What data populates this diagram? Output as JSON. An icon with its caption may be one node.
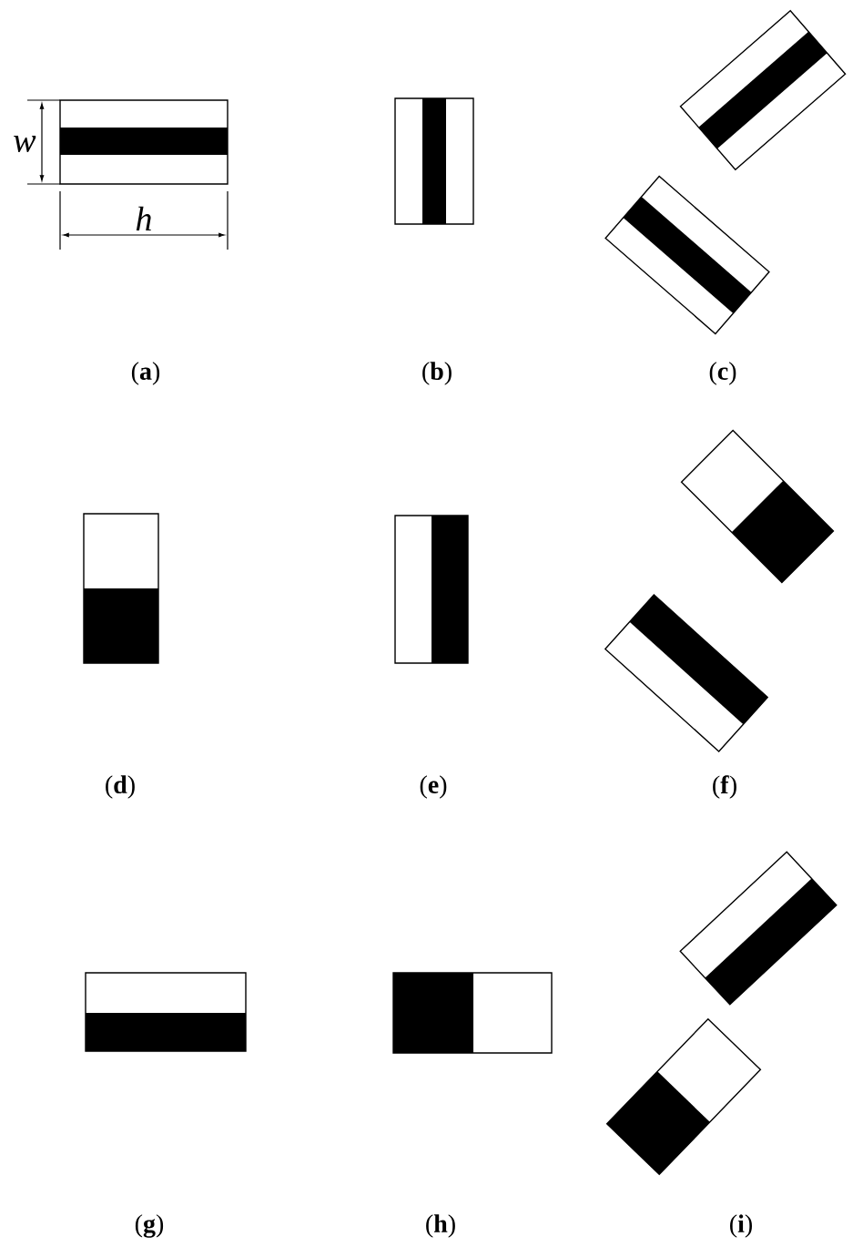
{
  "diagram": {
    "labels": [
      "w",
      "h",
      "(**a**)",
      "(**b**)",
      "(**c**)",
      "(**d**)",
      "(**e**)",
      "(**f**)",
      "(**g**)",
      "(**h**)",
      "(**i**)"
    ]
  }
}
